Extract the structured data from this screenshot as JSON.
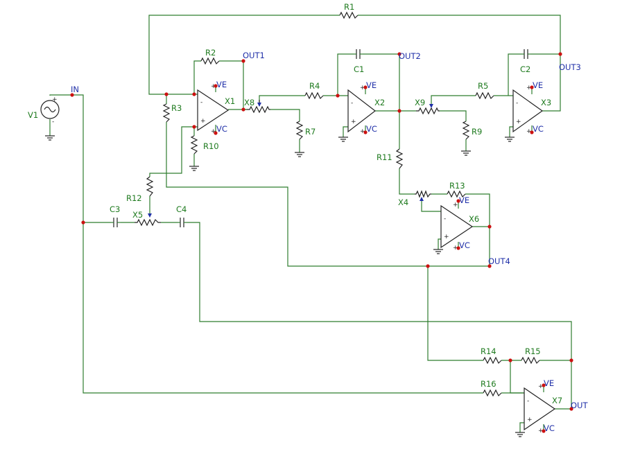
{
  "components": {
    "V1": "V1",
    "R1": "R1",
    "R2": "R2",
    "R3": "R3",
    "R4": "R4",
    "R5": "R5",
    "R7": "R7",
    "R9": "R9",
    "R10": "R10",
    "R11": "R11",
    "R12": "R12",
    "R13": "R13",
    "R14": "R14",
    "R15": "R15",
    "R16": "R16",
    "C1": "C1",
    "C2": "C2",
    "C3": "C3",
    "C4": "C4",
    "X1": "X1",
    "X2": "X2",
    "X3": "X3",
    "X4": "X4",
    "X5": "X5",
    "X6": "X6",
    "X7": "X7",
    "X8": "X8",
    "X9": "X9"
  },
  "nets": {
    "in": "IN",
    "out1": "OUT1",
    "out2": "OUT2",
    "out3": "OUT3",
    "out4": "OUT4",
    "out": "OUT",
    "ve": "VE",
    "vc": "VC"
  },
  "signs": {
    "plus": "+",
    "minus": "-"
  }
}
